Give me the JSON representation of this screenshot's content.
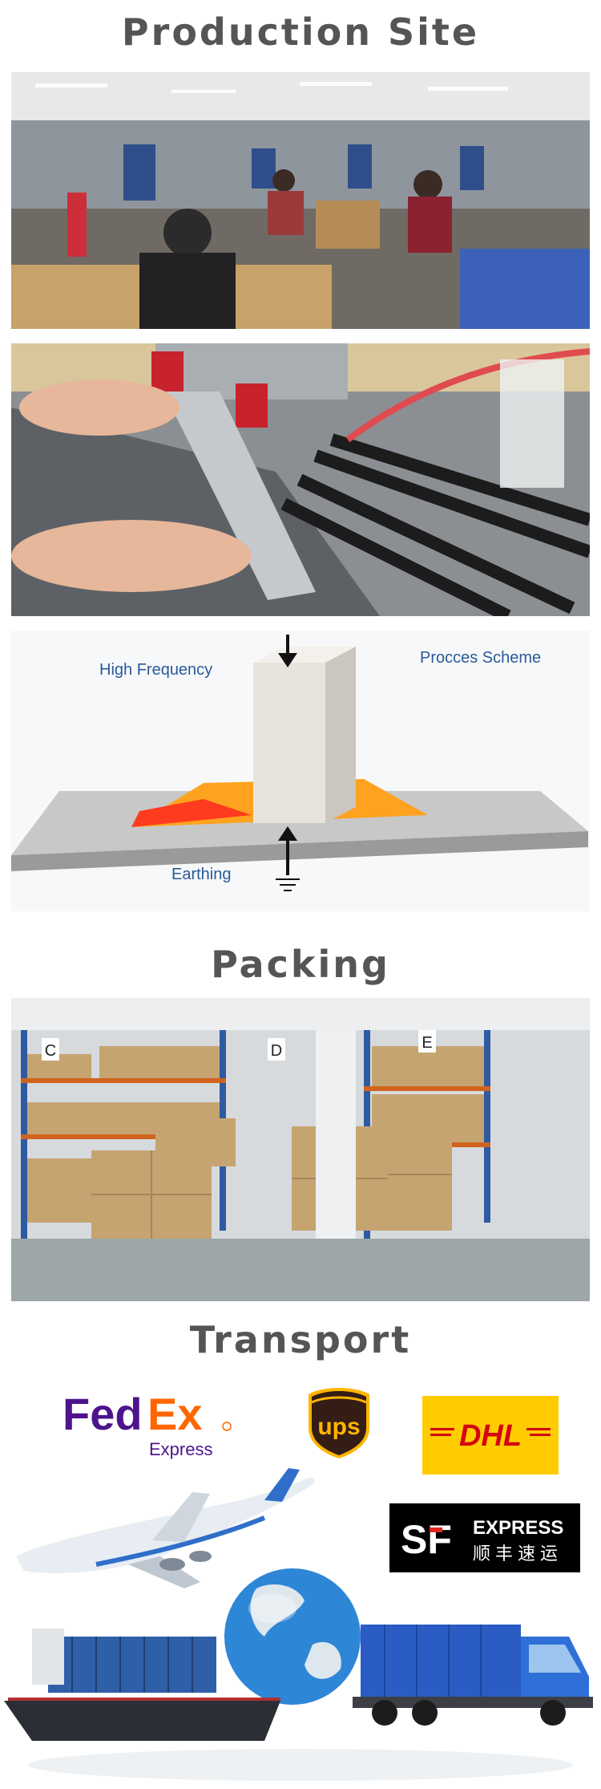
{
  "sections": {
    "production": {
      "title": "Production Site"
    },
    "packing": {
      "title": "Packing"
    },
    "transport": {
      "title": "Transport"
    }
  },
  "scheme": {
    "high_frequency": "High Frequency",
    "process_scheme": "Procces Scheme",
    "earthing": "Earthing"
  },
  "shelf_labels": [
    "C",
    "D",
    "E"
  ],
  "logos": {
    "fedex_fed": "Fed",
    "fedex_ex": "Ex",
    "fedex_express": "Express",
    "ups": "ups",
    "dhl": "DHL",
    "sf_mark": "SF",
    "sf_express": "EXPRESS",
    "sf_chinese": "顺丰速运"
  },
  "colors": {
    "title_gray": "#555555",
    "fedex_purple": "#4d148c",
    "fedex_orange": "#ff6600",
    "ups_brown": "#351c15",
    "ups_gold": "#ffb500",
    "dhl_yellow": "#ffcc00",
    "dhl_red": "#d40511"
  }
}
